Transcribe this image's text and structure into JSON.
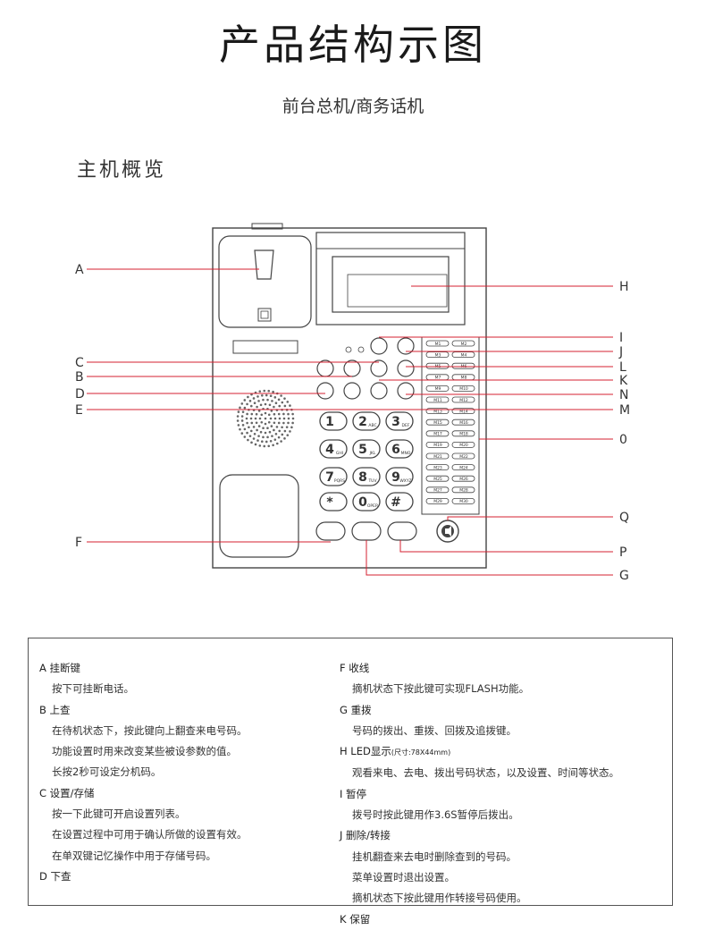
{
  "title": "产品结构示图",
  "subtitle": "前台总机/商务话机",
  "section": "主机概览",
  "callouts_left": [
    "A",
    "C",
    "B",
    "D",
    "E",
    "F"
  ],
  "callouts_right": [
    "H",
    "I",
    "J",
    "L",
    "K",
    "N",
    "M",
    "0",
    "Q",
    "P",
    "G"
  ],
  "keypad": [
    {
      "main": "1",
      "sub": ""
    },
    {
      "main": "2",
      "sub": "ABC"
    },
    {
      "main": "3",
      "sub": "DEF"
    },
    {
      "main": "4",
      "sub": "GHI"
    },
    {
      "main": "5",
      "sub": "JKL"
    },
    {
      "main": "6",
      "sub": "MNO"
    },
    {
      "main": "7",
      "sub": "PQRS"
    },
    {
      "main": "8",
      "sub": "TUV"
    },
    {
      "main": "9",
      "sub": "WXYZ"
    },
    {
      "main": "*",
      "sub": ""
    },
    {
      "main": "0",
      "sub": "OPER"
    },
    {
      "main": "#",
      "sub": ""
    }
  ],
  "memory_labels": [
    [
      "M1",
      "M2"
    ],
    [
      "M3",
      "M4"
    ],
    [
      "M5",
      "M6"
    ],
    [
      "M7",
      "M8"
    ],
    [
      "M9",
      "M10"
    ],
    [
      "M11",
      "M12"
    ],
    [
      "M13",
      "M14"
    ],
    [
      "M15",
      "M16"
    ],
    [
      "M17",
      "M18"
    ],
    [
      "M19",
      "M20"
    ],
    [
      "M21",
      "M22"
    ],
    [
      "M23",
      "M24"
    ],
    [
      "M25",
      "M26"
    ],
    [
      "M27",
      "M28"
    ],
    [
      "M29",
      "M30"
    ]
  ],
  "descriptions_left": [
    {
      "head": "A 挂断键",
      "lines": [
        "按下可挂断电话。"
      ]
    },
    {
      "head": "B 上查",
      "lines": [
        "在待机状态下，按此键向上翻查来电号码。",
        "功能设置时用来改变某些被设参数的值。",
        "长按2秒可设定分机码。"
      ]
    },
    {
      "head": "C 设置/存储",
      "lines": [
        "按一下此键可开启设置列表。",
        "在设置过程中可用于确认所做的设置有效。",
        "在单双键记忆操作中用于存储号码。"
      ]
    },
    {
      "head": "D 下查",
      "lines": []
    }
  ],
  "descriptions_right": [
    {
      "head": "F 收线",
      "lines": [
        "摘机状态下按此键可实现FLASH功能。"
      ]
    },
    {
      "head": "G 重拨",
      "lines": [
        "号码的拨出、重拨、回拨及追拨键。"
      ]
    },
    {
      "head": "H LED显示",
      "note": "(尺寸:78X44mm)",
      "lines": [
        "观看来电、去电、拨出号码状态，以及设置、时间等状态。"
      ]
    },
    {
      "head": "I 暂停",
      "lines": [
        "拨号时按此键用作3.6S暂停后拨出。"
      ]
    },
    {
      "head": "J 删除/转接",
      "lines": [
        "挂机翻查来去电时删除查到的号码。",
        "菜单设置时退出设置。",
        "摘机状态下按此键用作转接号码使用。"
      ]
    },
    {
      "head": "K 保留",
      "lines": []
    }
  ],
  "colors": {
    "callout_line": "#d62030",
    "outline": "#444444"
  }
}
